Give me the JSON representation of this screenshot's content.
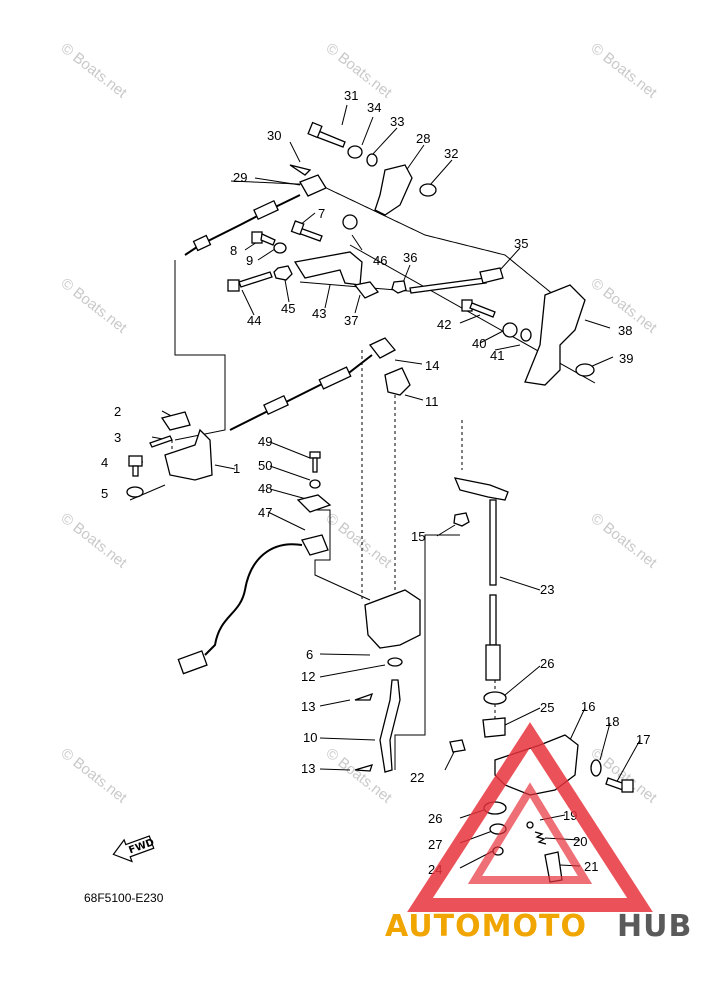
{
  "diagram": {
    "part_code": "68F5100-E230",
    "fwd_label": "FWD",
    "watermark_text": "© Boats.net",
    "brand": {
      "part1": "AUTOMOTO",
      "part2": "HUB",
      "color1": "#f0a500",
      "color2": "#5a5a5a",
      "triangle_color": "#e8323c"
    },
    "callouts": [
      "1",
      "2",
      "3",
      "4",
      "5",
      "6",
      "8",
      "7",
      "9",
      "10",
      "11",
      "12",
      "13",
      "13",
      "14",
      "15",
      "16",
      "17",
      "18",
      "19",
      "20",
      "21",
      "22",
      "23",
      "24",
      "25",
      "26",
      "26",
      "27",
      "28",
      "29",
      "30",
      "31",
      "32",
      "33",
      "34",
      "35",
      "36",
      "37",
      "38",
      "39",
      "40",
      "41",
      "42",
      "43",
      "44",
      "45",
      "46",
      "47",
      "48",
      "49",
      "50"
    ]
  }
}
